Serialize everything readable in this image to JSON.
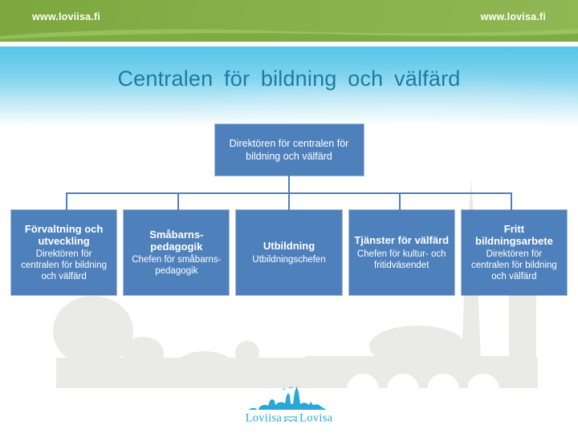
{
  "header": {
    "left_url": "www.loviisa.fi",
    "right_url": "www.lovisa.fi"
  },
  "title": "Centralen för bildning och välfärd",
  "org_chart": {
    "root": {
      "title": "Direktören för centralen för\nbildning och välfärd"
    },
    "children": [
      {
        "title": "Förvaltning och\nutveckling",
        "subtitle": "Direktören för\ncentralen för bildning\noch välfärd"
      },
      {
        "title": "Småbarns-\npedagogik",
        "subtitle": "Chefen för småbarns-\npedagogik"
      },
      {
        "title": "Utbildning",
        "subtitle": "Utbildningschefen"
      },
      {
        "title": "Tjänster för välfärd",
        "subtitle": "Chefen för kultur- och\nfritidväsendet"
      },
      {
        "title": "Fritt\nbildningsarbete",
        "subtitle": "Direktören för\ncentralen för bildning\noch välfärd"
      }
    ]
  },
  "footer": {
    "logo_left_word": "Loviisa",
    "logo_right_word": "Lovisa"
  },
  "colors": {
    "header_green": "#86b04a",
    "band_cyan": "#54c5e9",
    "title_teal": "#1a7da0",
    "box_blue": "#4e80bc",
    "connector_blue": "#4d7ebd",
    "logo_blue": "#29a7d5",
    "watermark_gray": "#eaeae6"
  }
}
